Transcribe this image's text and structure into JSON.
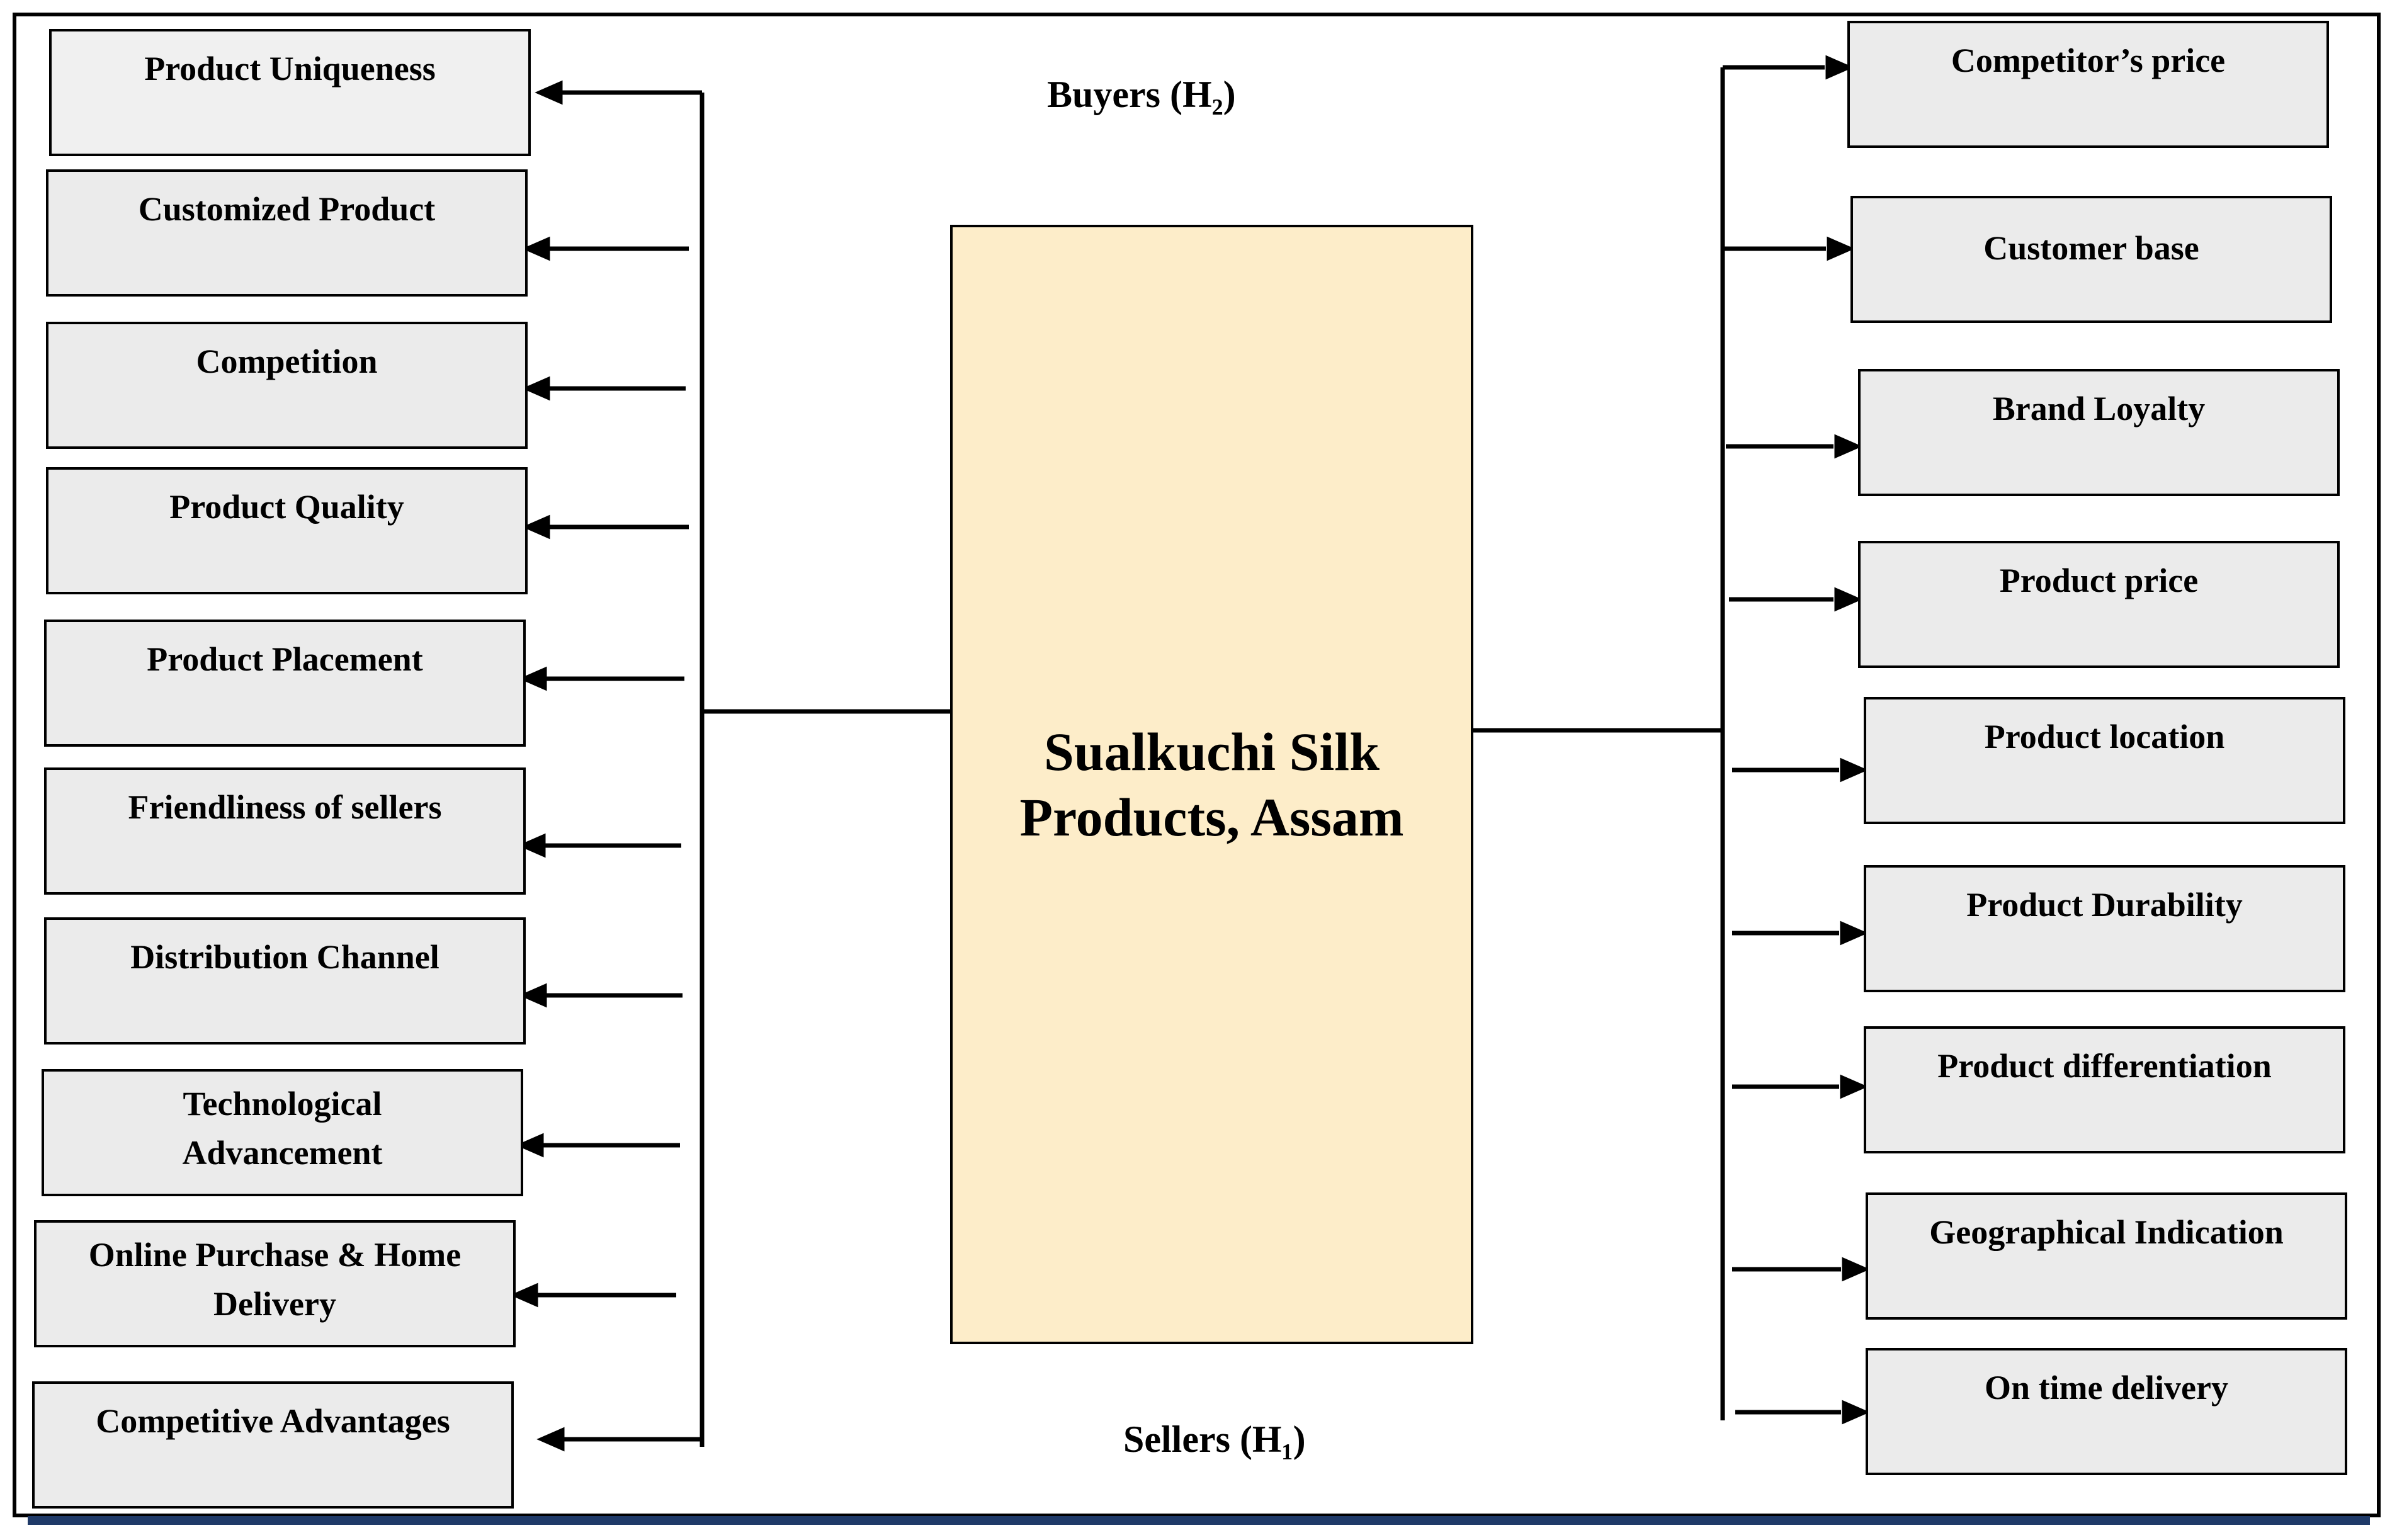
{
  "center": {
    "line1": "Sualkuchi Silk",
    "line2": "Products, Assam"
  },
  "labels": {
    "buyers": "Buyers (H₂)",
    "sellers": "Sellers (H₁)"
  },
  "left_boxes": [
    {
      "line1": "Product Uniqueness"
    },
    {
      "line1": "Customized Product"
    },
    {
      "line1": "Competition"
    },
    {
      "line1": "Product Quality"
    },
    {
      "line1": "Product Placement"
    },
    {
      "line1": "Friendliness of sellers"
    },
    {
      "line1": "Distribution Channel"
    },
    {
      "line1": "Technological",
      "line2": "Advancement"
    },
    {
      "line1": "Online Purchase & Home",
      "line2": "Delivery"
    },
    {
      "line1": "Competitive Advantages"
    }
  ],
  "right_boxes": [
    {
      "line1": "Competitor’s price"
    },
    {
      "line1": "Customer base"
    },
    {
      "line1": "Brand Loyalty"
    },
    {
      "line1": "Product price"
    },
    {
      "line1": "Product location"
    },
    {
      "line1": "Product Durability"
    },
    {
      "line1": "Product differentiation"
    },
    {
      "line1": "Geographical Indication"
    },
    {
      "line1": "On time delivery"
    }
  ]
}
